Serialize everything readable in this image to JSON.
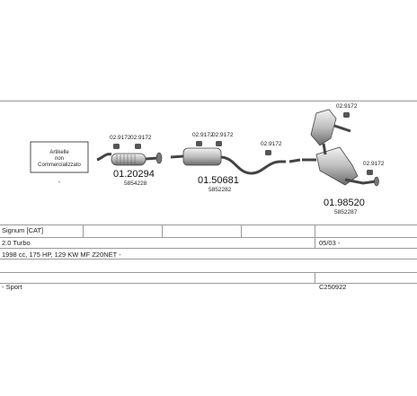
{
  "diagram": {
    "note_box": {
      "lines": [
        "Artikelle",
        "non",
        "Commercializzato"
      ]
    },
    "parts": [
      {
        "id": "front-pipe",
        "code": "01.20294",
        "subcode": "5854228",
        "clamps": [
          "02.9172",
          "02.9172"
        ]
      },
      {
        "id": "middle-silencer",
        "code": "01.50681",
        "subcode": "5852282",
        "clamps": [
          "02.9172",
          "02.9172"
        ]
      },
      {
        "id": "connecting-pipe",
        "clamps": [
          "02.9172"
        ]
      },
      {
        "id": "rear-silencer",
        "code": "01.98520",
        "subcode": "5852287",
        "clamps": [
          "02.9172",
          "02.9172"
        ]
      }
    ],
    "small_mark": "-"
  },
  "table": {
    "rows": [
      {
        "col1": "Signum [CAT]",
        "col2": ""
      },
      {
        "col1": "2.0 Turbo",
        "col2": "05/03 -"
      },
      {
        "col1": "1998 cc, 175 HP, 129 KW MF Z20NET -",
        "col2": ""
      },
      {
        "col1": "",
        "col2": ""
      },
      {
        "col1": "- Sport",
        "col2": "C250922"
      }
    ]
  },
  "colors": {
    "line": "#9a9a9a",
    "ink": "#222222",
    "fill_light": "#d8d8d8",
    "fill_dark": "#555555"
  }
}
